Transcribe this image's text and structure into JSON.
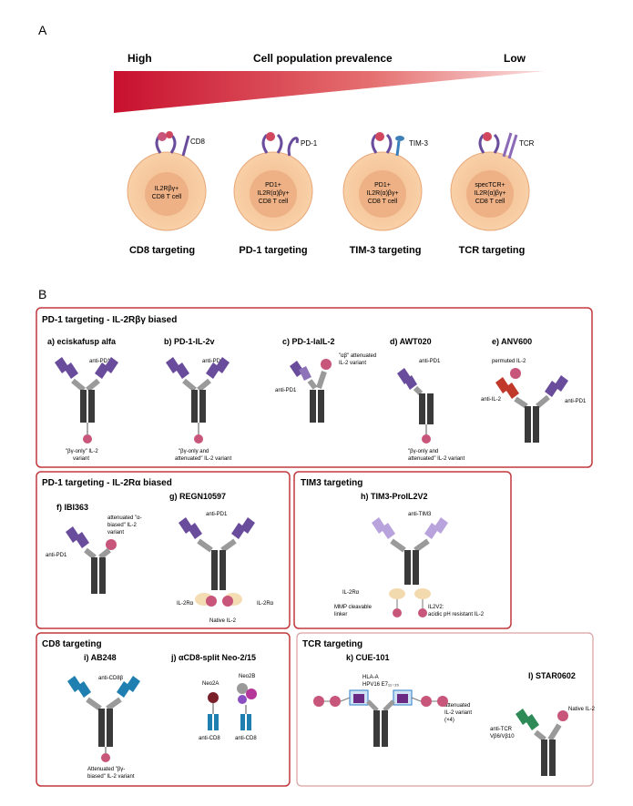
{
  "panel_a": {
    "letter": "A",
    "gradient": {
      "high": "High",
      "title": "Cell population prevalence",
      "low": "Low"
    },
    "cells": [
      {
        "receptor": "CD8",
        "lines": [
          "IL2Rβγ+",
          "CD8 T cell"
        ],
        "caption": "CD8 targeting"
      },
      {
        "receptor": "PD-1",
        "lines": [
          "PD1+",
          "IL2R(α)βγ+",
          "CD8 T cell"
        ],
        "caption": "PD-1 targeting"
      },
      {
        "receptor": "TIM-3",
        "lines": [
          "PD1+",
          "IL2R(α)βγ+",
          "CD8 T cell"
        ],
        "caption": "TIM-3 targeting"
      },
      {
        "receptor": "TCR",
        "lines": [
          "specTCR+",
          "IL2R(α)βγ+",
          "CD8 T cell"
        ],
        "caption": "TCR targeting"
      }
    ]
  },
  "panel_b": {
    "letter": "B",
    "box1": {
      "title": "PD-1 targeting - IL-2Rβγ biased",
      "items": [
        {
          "name": "a) eciskafusp alfa",
          "top": "anti-PD1",
          "bottom": [
            "\"βγ-only\" IL-2",
            "variant"
          ]
        },
        {
          "name": "b) PD-1-IL-2v",
          "top": "anti-PD1",
          "bottom": [
            "\"βγ-only and",
            "attenuated\" IL-2 variant"
          ]
        },
        {
          "name": "c) PD-1-laIL-2",
          "top": [
            "\"αβ\" attenuated",
            "IL-2 variant"
          ],
          "side": "anti-PD1"
        },
        {
          "name": "d) AWT020",
          "top": "anti-PD1",
          "bottom": [
            "\"βγ-only and",
            "attenuated\" IL-2 variant"
          ]
        },
        {
          "name": "e) ANV600",
          "top": "permuted IL-2",
          "left": "anti-IL-2",
          "right": "anti-PD1"
        }
      ]
    },
    "box2": {
      "title": "PD-1 targeting - IL-2Rα biased",
      "items": [
        {
          "name": "f) IBI363",
          "top": [
            "attenuated \"α-",
            "biased\" IL-2",
            "variant"
          ],
          "side": "anti-PD1"
        },
        {
          "name": "g) REGN10597",
          "top": "anti-PD1",
          "left": "IL-2Rα",
          "right": "IL-2Rα",
          "bottom": "Native IL-2"
        }
      ]
    },
    "box3": {
      "title": "TIM3 targeting",
      "items": [
        {
          "name": "h) TIM3-ProIL2V2",
          "top": "anti-TIM3",
          "left": "IL-2Rα",
          "left2": [
            "MMP cleavable",
            "linker"
          ],
          "right": [
            "IL2V2:",
            "acidic pH resistant IL-2"
          ]
        }
      ]
    },
    "box4": {
      "title": "CD8 targeting",
      "items": [
        {
          "name": "i) AB248",
          "top": "anti-CD8β",
          "bottom": [
            "Attenuated \"βγ-",
            "biased\" IL-2 variant"
          ]
        },
        {
          "name": "j) αCD8-split Neo-2/15",
          "left": "Neo2A",
          "right": "Neo2B",
          "bl": "anti-CD8",
          "br": "anti-CD8"
        }
      ]
    },
    "box5": {
      "title": "TCR targeting",
      "items": [
        {
          "name": "k) CUE-101",
          "top": [
            "HLA-A",
            "HPV16 E7₁₁₋₂₀"
          ],
          "right": [
            "attenuated",
            "IL-2 variant",
            "(×4)"
          ]
        },
        {
          "name": "l) STAR0602",
          "top": "Native IL-2",
          "side": [
            "anti-TCR",
            "Vβ6/Vβ10"
          ]
        }
      ]
    }
  },
  "colors": {
    "gradient_red": "#c8102e",
    "box_border": "#c0383c",
    "box_border_light": "#d9a0a0",
    "cell_fill": "#f8c99b",
    "cell_core": "#f0b48a",
    "pd1_purple": "#6a4c9c",
    "tim3_lilac": "#b9a3dc",
    "cd8_blue": "#1f7fb0",
    "il2_pink": "#c8557a",
    "tcr_green": "#2e8b57",
    "chain_dark": "#3a3a3a",
    "chain_grey": "#9a9a9a"
  }
}
